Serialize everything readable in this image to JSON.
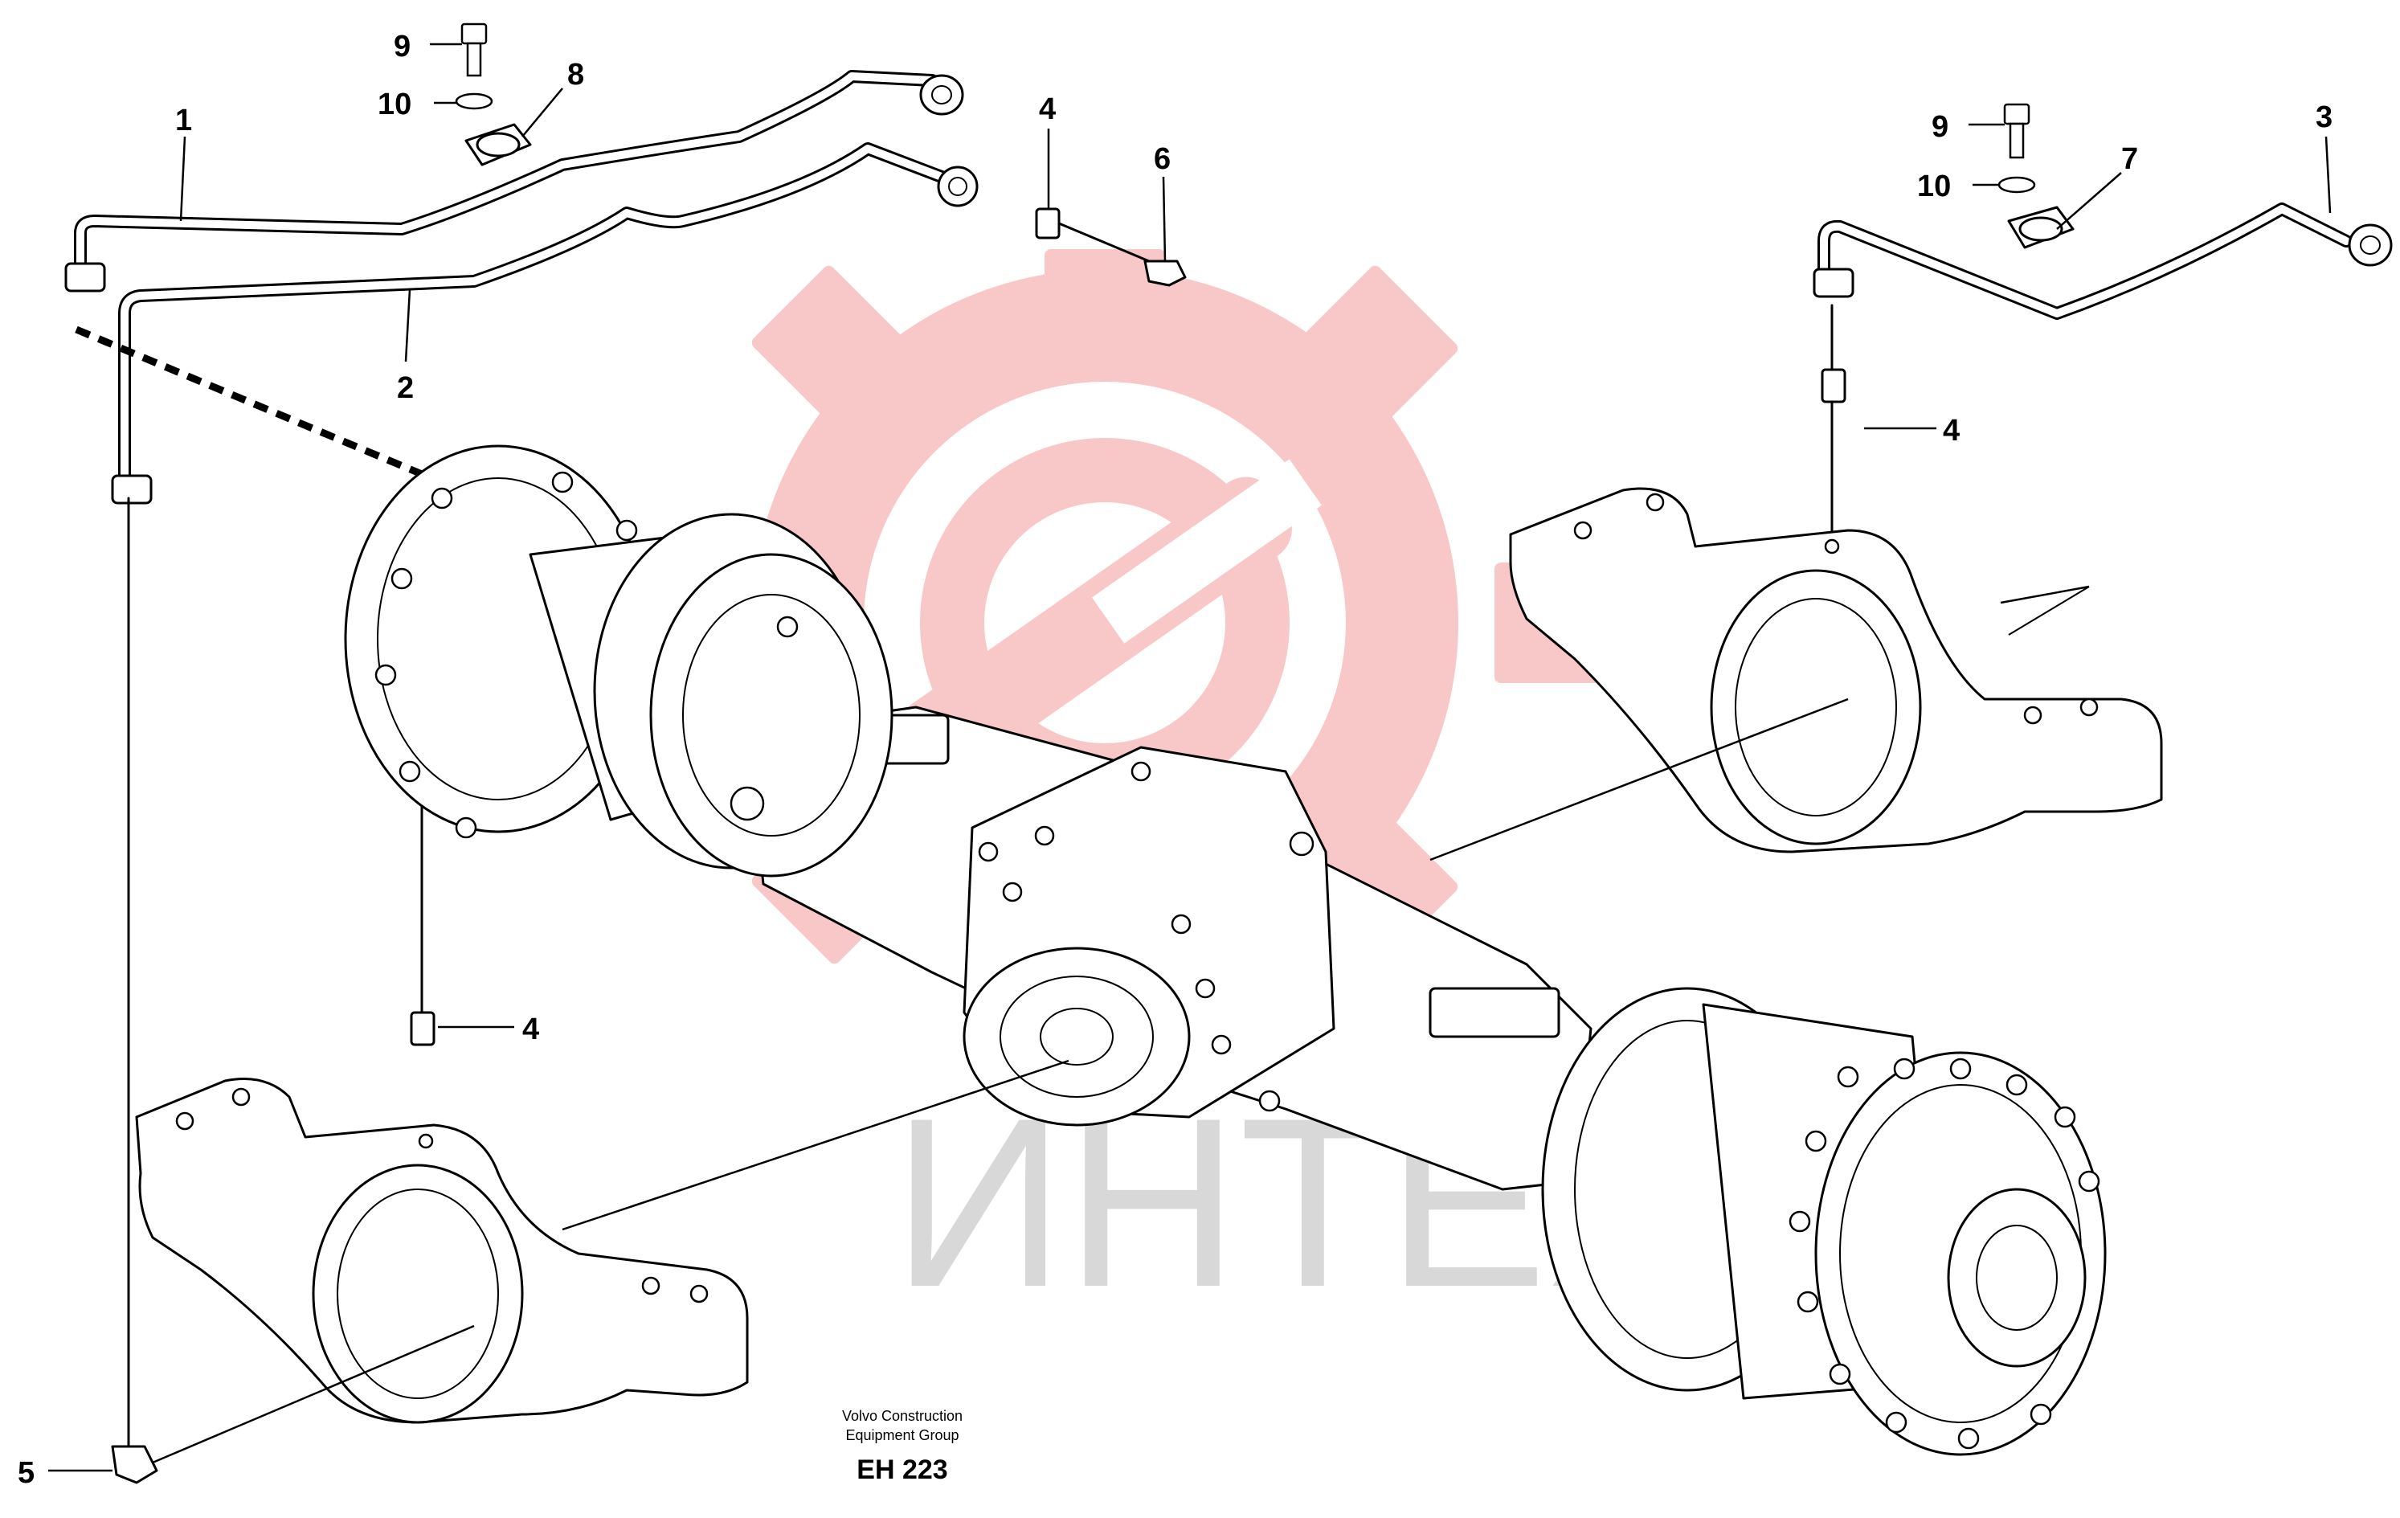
{
  "diagram": {
    "callouts": [
      {
        "id": "c1",
        "label": "1"
      },
      {
        "id": "c2",
        "label": "2"
      },
      {
        "id": "c3",
        "label": "3"
      },
      {
        "id": "c4a",
        "label": "4"
      },
      {
        "id": "c4b",
        "label": "4"
      },
      {
        "id": "c4c",
        "label": "4"
      },
      {
        "id": "c5",
        "label": "5"
      },
      {
        "id": "c6",
        "label": "6"
      },
      {
        "id": "c7",
        "label": "7"
      },
      {
        "id": "c8",
        "label": "8"
      },
      {
        "id": "c9a",
        "label": "9"
      },
      {
        "id": "c9b",
        "label": "9"
      },
      {
        "id": "c10a",
        "label": "10"
      },
      {
        "id": "c10b",
        "label": "10"
      }
    ],
    "caption_line1": "Volvo Construction",
    "caption_line2": "Equipment Group",
    "drawing_code": "EH 223"
  },
  "watermark": {
    "text": "ИНТЕХ",
    "logo": "gear-wrench-logo",
    "logo_color": "#f29a9a",
    "text_color": "#d8d8d8"
  }
}
